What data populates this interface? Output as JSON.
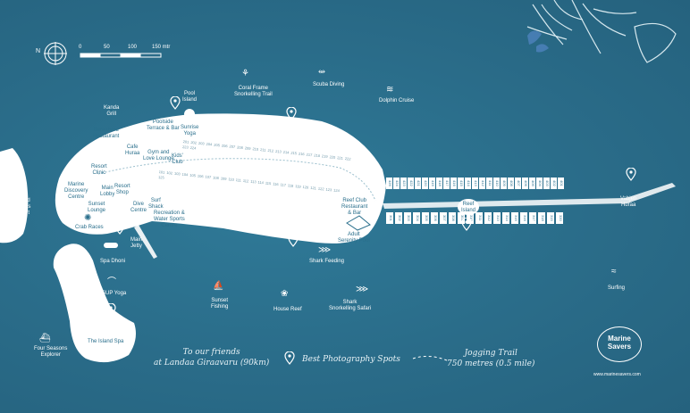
{
  "scale": {
    "ticks": [
      "0",
      "50",
      "100",
      "150 mtr"
    ]
  },
  "labels": {
    "island_tennis": "Island\nTennis\nCourt",
    "marine_centre": "Marine\nDiscovery\nCentre",
    "resort_clinic": "Resort\nClinic",
    "main_lobby": "Main\nLobby",
    "sunset_lounge": "Sunset\nLounge",
    "resort_shop": "Resort\nShop",
    "dive_centre": "Dive\nCentre",
    "surf_shack": "Surf\nShack",
    "crab_races": "Crab Races",
    "main_jetty": "Main\nJetty",
    "spa_dhoni": "Spa Dhoni",
    "sup_yoga": "SUP Yoga",
    "island_spa": "The Island Spa",
    "four_seasons_explorer": "Four Seasons\nExplorer",
    "kanda_grill": "Kanda\nGrill",
    "baraabaru": "Baraabaru\nRestaurant",
    "poolside": "Poolside\nTerrace & Bar",
    "cafe_huraa": "Cafe\nHuraa",
    "gym_lounge": "Gym and\nLove Lounge",
    "kids_club": "Kids'\nClub",
    "sunrise_yoga": "Sunrise\nYoga",
    "pool_island": "Pool\nIsland",
    "rec_centre": "Recreation &\nWater Sports\nCentre",
    "coral_frame": "Coral Frame\nSnorkelling Trail",
    "scuba": "Scuba Diving",
    "dolphin": "Dolphin Cruise",
    "reef_club": "Reef Club\nRestaurant\n& Bar",
    "adult_pool": "Adult\nSerenity Pool",
    "sharks_feeding": "Shark Feeding",
    "reef_island": "Reef\nIsland",
    "vahjen_huraa": "Vabjen\nHuraa",
    "sunset_fishing": "Sunset\nFishing",
    "house_reef": "House Reef",
    "shark_safari": "Shark\nSnorkelling Safari",
    "surfing": "Surfing"
  },
  "legend": {
    "friends": "To our friends\nat Landaa Giraavaru (90km)",
    "photo_spots": "Best Photography Spots",
    "jogging": "Jogging Trail\n750 metres (0.5 mile)"
  },
  "brand": {
    "name1": "Marine",
    "name2": "Savers",
    "url": "www.marinesavers.com"
  },
  "villas": {
    "upper_row": [
      "201",
      "202",
      "203",
      "204",
      "205",
      "206",
      "207",
      "208",
      "209",
      "210",
      "211",
      "212",
      "213",
      "214",
      "215",
      "216",
      "217",
      "218",
      "219",
      "220",
      "221",
      "222",
      "223",
      "224"
    ],
    "lower_row": [
      "101",
      "102",
      "103",
      "104",
      "105",
      "106",
      "107",
      "108",
      "109",
      "110",
      "111",
      "112",
      "113",
      "114",
      "115",
      "116",
      "117",
      "118",
      "119",
      "120",
      "121",
      "122",
      "123",
      "124",
      "125"
    ],
    "water_upper": [
      "425",
      "424",
      "423",
      "422",
      "421",
      "420",
      "419",
      "418",
      "417",
      "416",
      "415",
      "414",
      "413",
      "412",
      "411",
      "410",
      "409",
      "408",
      "407",
      "406",
      "405",
      "404",
      "403",
      "402",
      "401"
    ],
    "water_lower": [
      "301",
      "302",
      "303",
      "304",
      "305",
      "306",
      "307",
      "308",
      "309",
      "310",
      "311",
      "312",
      "313",
      "314",
      "315",
      "316",
      "317",
      "318",
      "319",
      "320"
    ]
  },
  "colors": {
    "sea": "#2b6f8c",
    "land": "#ffffff",
    "icon": "#ffffff",
    "label_dark": "#2a6f8c"
  }
}
